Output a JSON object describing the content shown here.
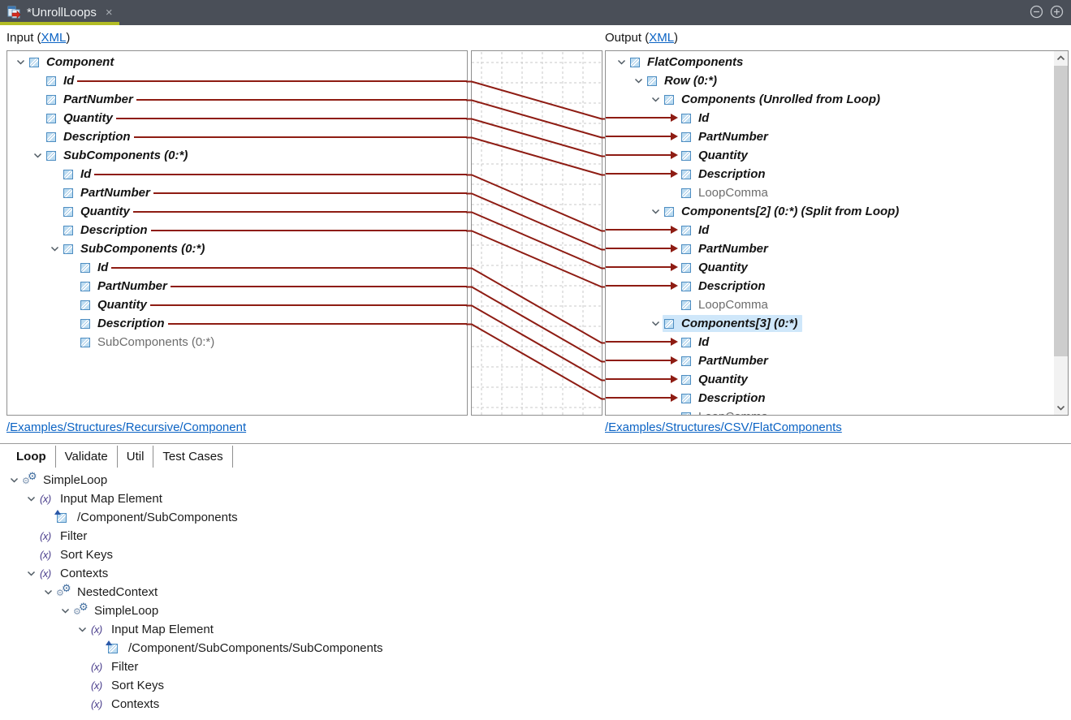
{
  "titlebar": {
    "tab_title": "*UnrollLoops",
    "close_glyph": "×",
    "tab_icon": "mapping-document-icon",
    "zoom_out_icon": "circled-minus-icon",
    "zoom_in_icon": "circled-plus-icon"
  },
  "colors": {
    "titlebar_bg": "#4a4f58",
    "active_tab_underline": "#b2bc24",
    "mapping_line": "#8e1c13",
    "link": "#0b63c4",
    "selection": "#cfe7fa",
    "element_icon_border": "#4e8ec2"
  },
  "headers": {
    "input_prefix": "Input (",
    "input_link": "XML",
    "input_suffix": ")",
    "output_prefix": "Output (",
    "output_link": "XML",
    "output_suffix": ")"
  },
  "input_tree": {
    "link": "/Examples/Structures/Recursive/Component",
    "items": [
      {
        "label": "Component",
        "level": 1,
        "expand": true,
        "mapped": true,
        "line": false
      },
      {
        "label": "Id",
        "level": 2,
        "expand": false,
        "mapped": true,
        "line": true
      },
      {
        "label": "PartNumber",
        "level": 2,
        "expand": false,
        "mapped": true,
        "line": true
      },
      {
        "label": "Quantity",
        "level": 2,
        "expand": false,
        "mapped": true,
        "line": true
      },
      {
        "label": "Description",
        "level": 2,
        "expand": false,
        "mapped": true,
        "line": true
      },
      {
        "label": "SubComponents (0:*)",
        "level": 2,
        "expand": true,
        "mapped": true,
        "line": false
      },
      {
        "label": "Id",
        "level": 3,
        "expand": false,
        "mapped": true,
        "line": true
      },
      {
        "label": "PartNumber",
        "level": 3,
        "expand": false,
        "mapped": true,
        "line": true
      },
      {
        "label": "Quantity",
        "level": 3,
        "expand": false,
        "mapped": true,
        "line": true
      },
      {
        "label": "Description",
        "level": 3,
        "expand": false,
        "mapped": true,
        "line": true
      },
      {
        "label": "SubComponents (0:*)",
        "level": 3,
        "expand": true,
        "mapped": true,
        "line": false
      },
      {
        "label": "Id",
        "level": 4,
        "expand": false,
        "mapped": true,
        "line": true
      },
      {
        "label": "PartNumber",
        "level": 4,
        "expand": false,
        "mapped": true,
        "line": true
      },
      {
        "label": "Quantity",
        "level": 4,
        "expand": false,
        "mapped": true,
        "line": true
      },
      {
        "label": "Description",
        "level": 4,
        "expand": false,
        "mapped": true,
        "line": true
      },
      {
        "label": "SubComponents (0:*)",
        "level": 4,
        "expand": false,
        "mapped": false,
        "line": false
      }
    ]
  },
  "output_tree": {
    "link": "/Examples/Structures/CSV/FlatComponents",
    "items": [
      {
        "label": "FlatComponents",
        "level": 1,
        "expand": true,
        "mapped": true,
        "arrow": false
      },
      {
        "label": "Row (0:*)",
        "level": 2,
        "expand": true,
        "mapped": true,
        "arrow": false
      },
      {
        "label": "Components (Unrolled from Loop)",
        "level": 3,
        "expand": true,
        "mapped": true,
        "arrow": false
      },
      {
        "label": "Id",
        "level": 4,
        "expand": false,
        "mapped": true,
        "arrow": true
      },
      {
        "label": "PartNumber",
        "level": 4,
        "expand": false,
        "mapped": true,
        "arrow": true
      },
      {
        "label": "Quantity",
        "level": 4,
        "expand": false,
        "mapped": true,
        "arrow": true
      },
      {
        "label": "Description",
        "level": 4,
        "expand": false,
        "mapped": true,
        "arrow": true
      },
      {
        "label": "LoopComma",
        "level": 4,
        "expand": false,
        "mapped": false,
        "arrow": false
      },
      {
        "label": "Components[2] (0:*) (Split from Loop)",
        "level": 3,
        "expand": true,
        "mapped": true,
        "arrow": false
      },
      {
        "label": "Id",
        "level": 4,
        "expand": false,
        "mapped": true,
        "arrow": true
      },
      {
        "label": "PartNumber",
        "level": 4,
        "expand": false,
        "mapped": true,
        "arrow": true
      },
      {
        "label": "Quantity",
        "level": 4,
        "expand": false,
        "mapped": true,
        "arrow": true
      },
      {
        "label": "Description",
        "level": 4,
        "expand": false,
        "mapped": true,
        "arrow": true
      },
      {
        "label": "LoopComma",
        "level": 4,
        "expand": false,
        "mapped": false,
        "arrow": false
      },
      {
        "label": "Components[3] (0:*)",
        "level": 3,
        "expand": true,
        "mapped": true,
        "arrow": false,
        "selected": true
      },
      {
        "label": "Id",
        "level": 4,
        "expand": false,
        "mapped": true,
        "arrow": true
      },
      {
        "label": "PartNumber",
        "level": 4,
        "expand": false,
        "mapped": true,
        "arrow": true
      },
      {
        "label": "Quantity",
        "level": 4,
        "expand": false,
        "mapped": true,
        "arrow": true
      },
      {
        "label": "Description",
        "level": 4,
        "expand": false,
        "mapped": true,
        "arrow": true
      },
      {
        "label": "LoopComma",
        "level": 4,
        "expand": false,
        "mapped": false,
        "arrow": false
      }
    ]
  },
  "connections": [
    [
      1,
      3
    ],
    [
      2,
      4
    ],
    [
      3,
      5
    ],
    [
      4,
      6
    ],
    [
      6,
      9
    ],
    [
      7,
      10
    ],
    [
      8,
      11
    ],
    [
      9,
      12
    ],
    [
      11,
      15
    ],
    [
      12,
      16
    ],
    [
      13,
      17
    ],
    [
      14,
      18
    ]
  ],
  "bottom": {
    "tabs": [
      {
        "label": "Loop",
        "active": true
      },
      {
        "label": "Validate",
        "active": false
      },
      {
        "label": "Util",
        "active": false
      },
      {
        "label": "Test Cases",
        "active": false
      }
    ],
    "tree": [
      {
        "label": "SimpleLoop",
        "icon": "gears",
        "level": 1,
        "expand": true
      },
      {
        "label": "Input Map Element",
        "icon": "fx",
        "level": 2,
        "expand": true
      },
      {
        "label": "/Component/SubComponents",
        "icon": "element-new",
        "level": 3,
        "expand": false
      },
      {
        "label": "Filter",
        "icon": "fx",
        "level": 2,
        "expand": false
      },
      {
        "label": "Sort Keys",
        "icon": "fx",
        "level": 2,
        "expand": false
      },
      {
        "label": "Contexts",
        "icon": "fx",
        "level": 2,
        "expand": true
      },
      {
        "label": "NestedContext",
        "icon": "gears",
        "level": 3,
        "expand": true
      },
      {
        "label": "SimpleLoop",
        "icon": "gears",
        "level": 4,
        "expand": true
      },
      {
        "label": "Input Map Element",
        "icon": "fx",
        "level": 5,
        "expand": true
      },
      {
        "label": "/Component/SubComponents/SubComponents",
        "icon": "element-new",
        "level": 6,
        "expand": false
      },
      {
        "label": "Filter",
        "icon": "fx",
        "level": 5,
        "expand": false
      },
      {
        "label": "Sort Keys",
        "icon": "fx",
        "level": 5,
        "expand": false
      },
      {
        "label": "Contexts",
        "icon": "fx",
        "level": 5,
        "expand": false
      }
    ]
  }
}
